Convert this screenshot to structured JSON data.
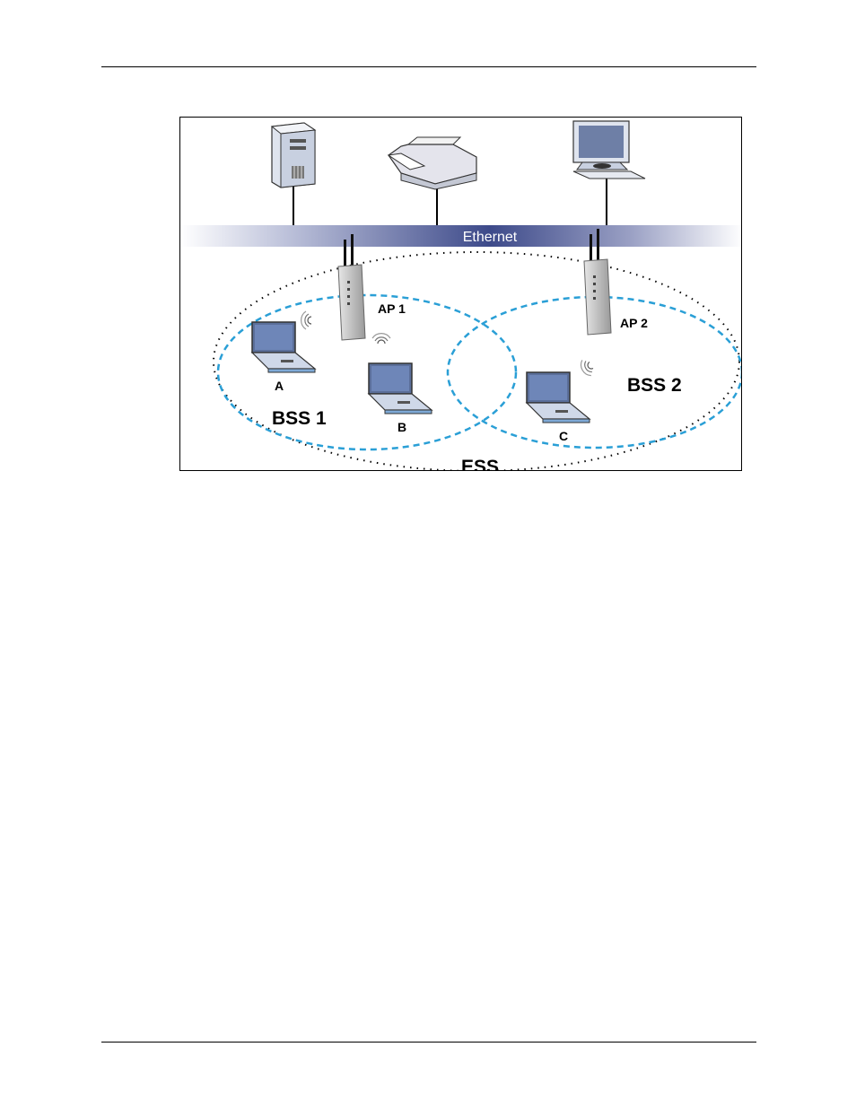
{
  "diagram": {
    "backbone_label": "Ethernet",
    "access_points": [
      {
        "label": "AP 1"
      },
      {
        "label": "AP 2"
      }
    ],
    "stations": [
      {
        "label": "A"
      },
      {
        "label": "B"
      },
      {
        "label": "C"
      }
    ],
    "bss": [
      {
        "label": "BSS 1"
      },
      {
        "label": "BSS 2"
      }
    ],
    "ess_label": "ESS",
    "wired_devices": [
      {
        "icon": "server-tower-icon"
      },
      {
        "icon": "printer-icon"
      },
      {
        "icon": "desktop-computer-icon"
      }
    ],
    "colors": {
      "bss_boundary": "#2a9fd6",
      "ethernet_band": "#3d4a8a",
      "ess_boundary": "#000000"
    }
  }
}
